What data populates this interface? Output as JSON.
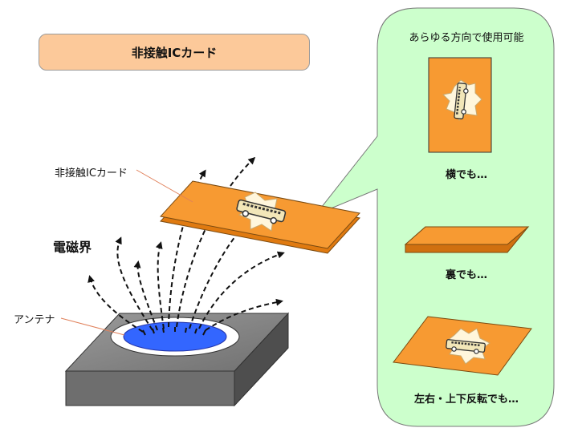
{
  "title": "非接触ICカード",
  "labels": {
    "card": "非接触ICカード",
    "field": "電磁界",
    "antenna": "アンテナ"
  },
  "bubble": {
    "title": "あらゆる方向で使用可能",
    "captions": [
      "横でも…",
      "裏でも…",
      "左右・上下反転でも…"
    ]
  },
  "colors": {
    "title_box": "#fcc99a",
    "card_orange": "#f79a32",
    "bubble_green": "#ccffcc",
    "reader_gray": "#7a7a7a",
    "antenna_blue": "#3366ff",
    "field_lines": "#111111"
  },
  "icons": [
    "bus-icon",
    "starburst-icon"
  ]
}
